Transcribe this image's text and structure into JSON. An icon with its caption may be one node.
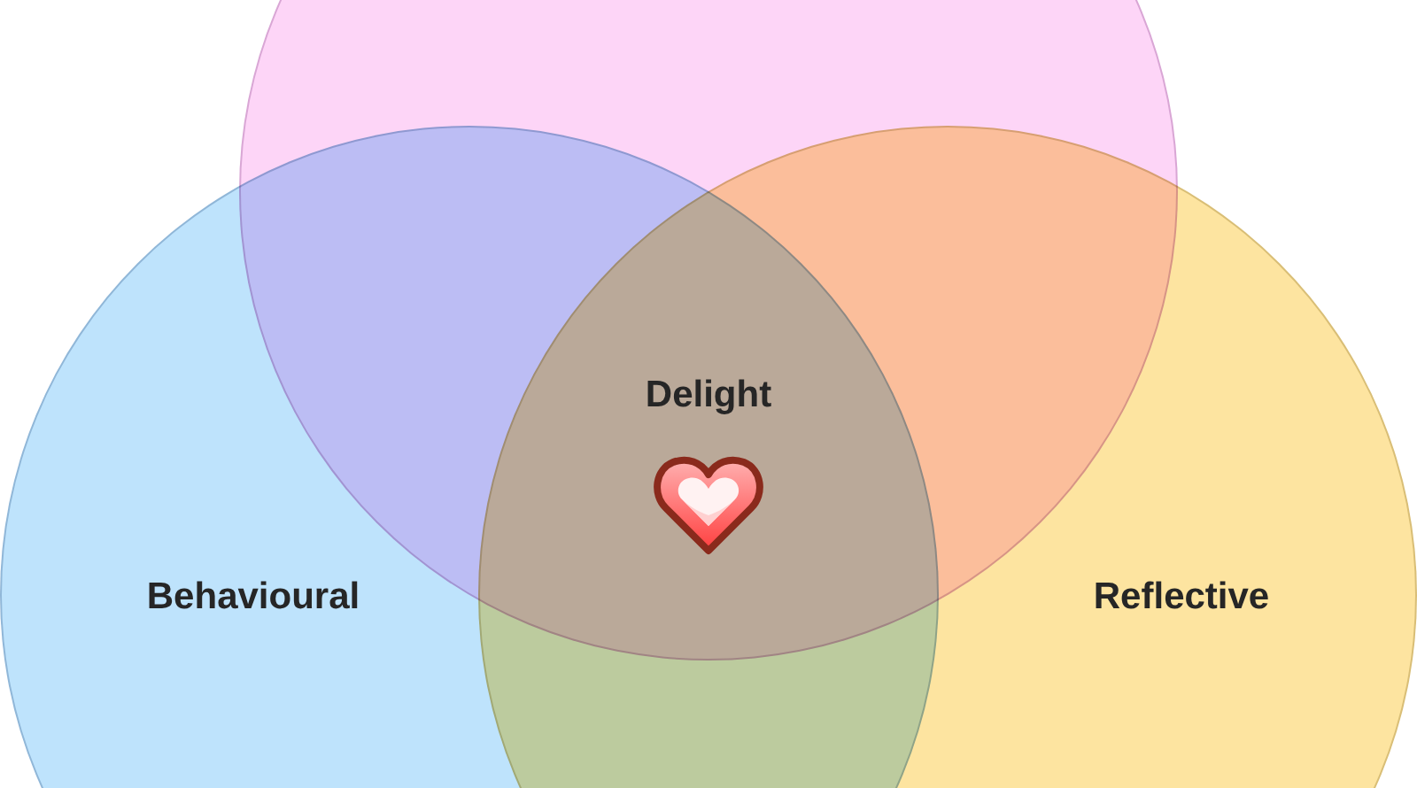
{
  "diagram": {
    "nodes": [
      {
        "text": [],
        "shape": "circle"
      },
      {
        "text": [
          "Behavioural"
        ]
      },
      {
        "text": [
          "Reflective"
        ]
      }
    ],
    "labels": [
      "Delight"
    ]
  }
}
